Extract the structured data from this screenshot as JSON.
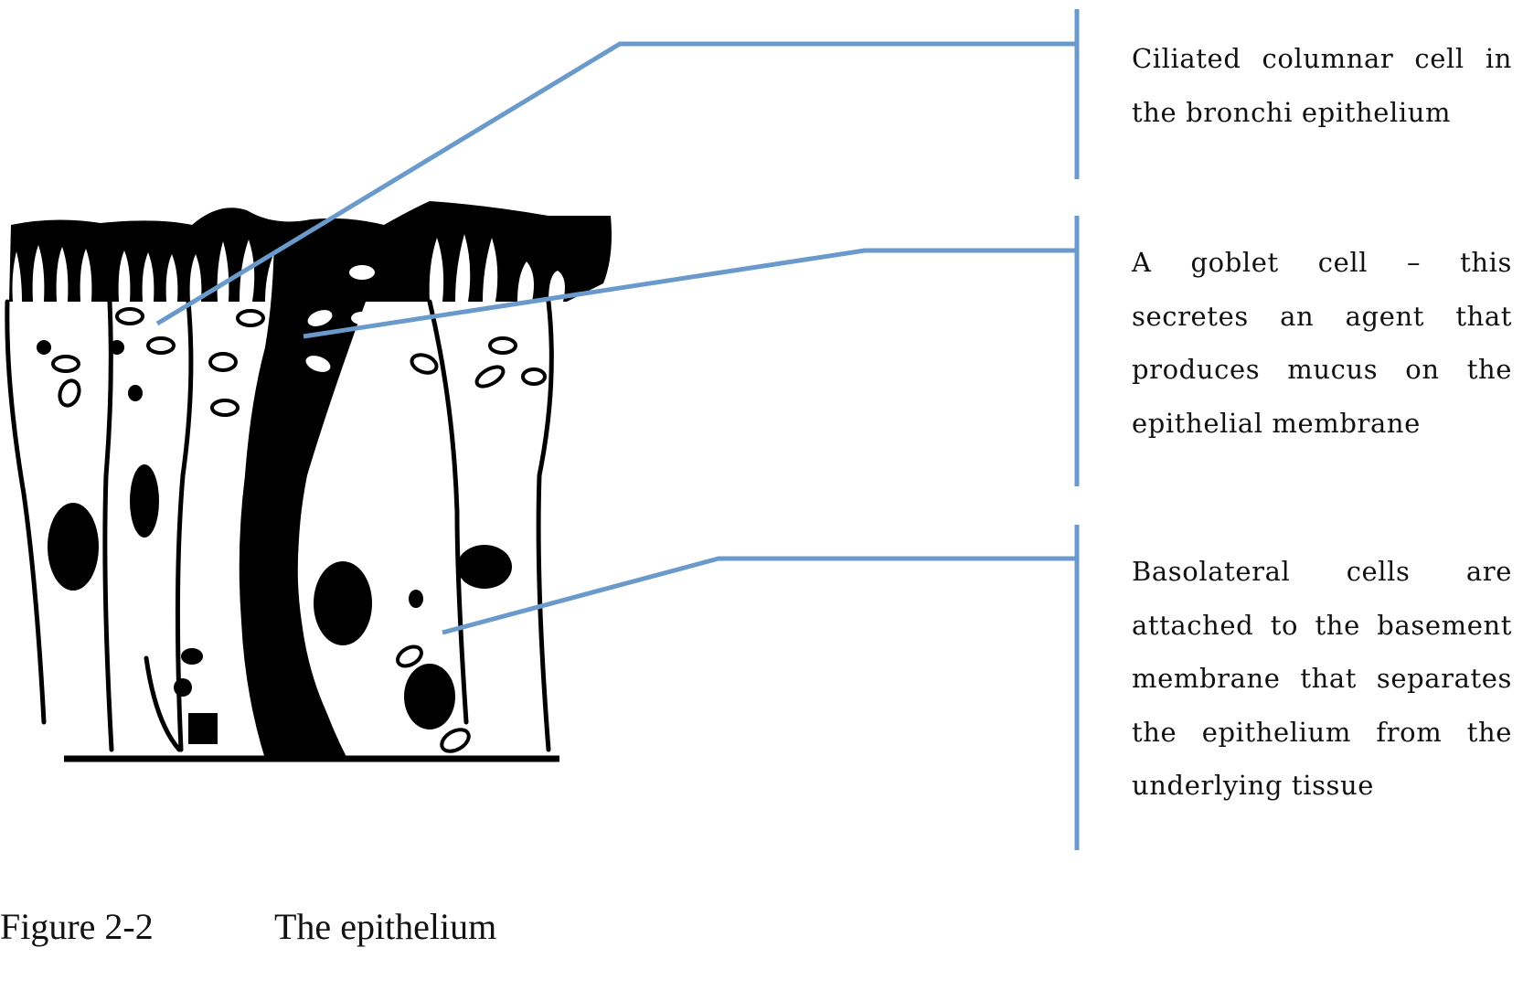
{
  "callouts": {
    "ciliated": "Ciliated columnar cell in the bronchi epithelium",
    "goblet": "A goblet cell – this secretes an agent that produces mucus on the epithelial membrane",
    "basolateral": "Basolateral cells are attached to the basement membrane that separates the epithelium from the underlying tissue"
  },
  "caption": {
    "number": "Figure 2-2",
    "title": "The epithelium"
  },
  "colors": {
    "leader_line": "#6a9acb",
    "tissue": "#000000",
    "background": "#ffffff"
  }
}
